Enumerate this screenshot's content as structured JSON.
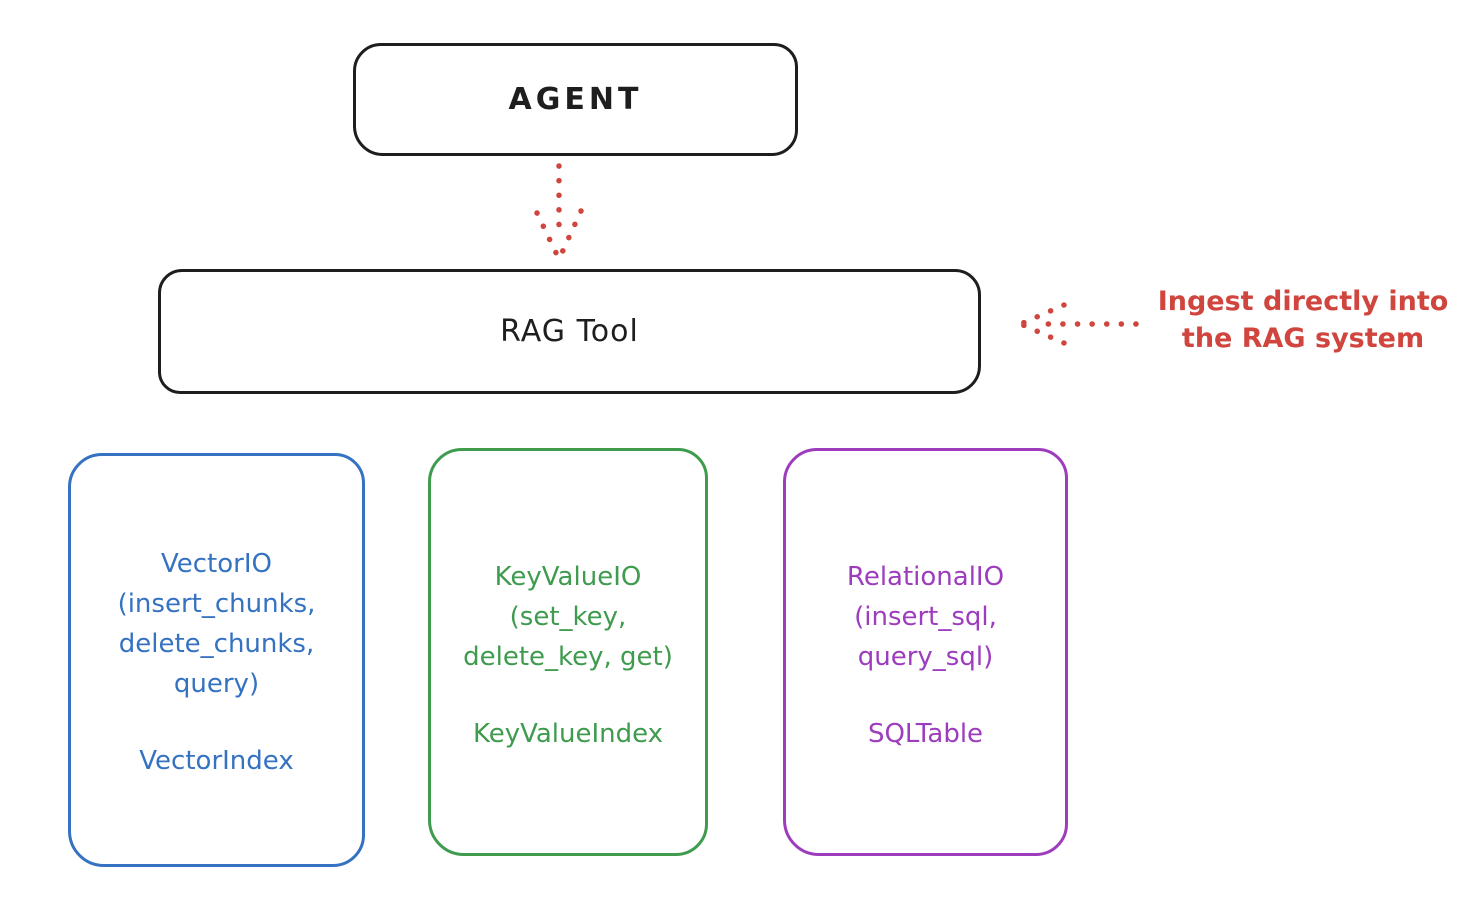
{
  "colors": {
    "ink": "#1e1e1e",
    "red": "#d0453e",
    "blue": "#3572c1",
    "green": "#3f9b4e",
    "purple": "#9d3dbd"
  },
  "agent": {
    "label": "AGENT"
  },
  "rag_tool": {
    "label": "RAG Tool"
  },
  "annotation": {
    "line1": "Ingest directly into",
    "line2": "the RAG system"
  },
  "stores": [
    {
      "name": "VectorIO",
      "lines": [
        "VectorIO",
        "(insert_chunks,",
        "delete_chunks,",
        "query)"
      ],
      "index": "VectorIndex",
      "color": "#3572c1"
    },
    {
      "name": "KeyValueIO",
      "lines": [
        "KeyValueIO",
        "(set_key,",
        "delete_key, get)"
      ],
      "index": "KeyValueIndex",
      "color": "#3f9b4e"
    },
    {
      "name": "RelationalIO",
      "lines": [
        "RelationalIO",
        "(insert_sql,",
        "query_sql)"
      ],
      "index": "SQLTable",
      "color": "#9d3dbd"
    }
  ]
}
